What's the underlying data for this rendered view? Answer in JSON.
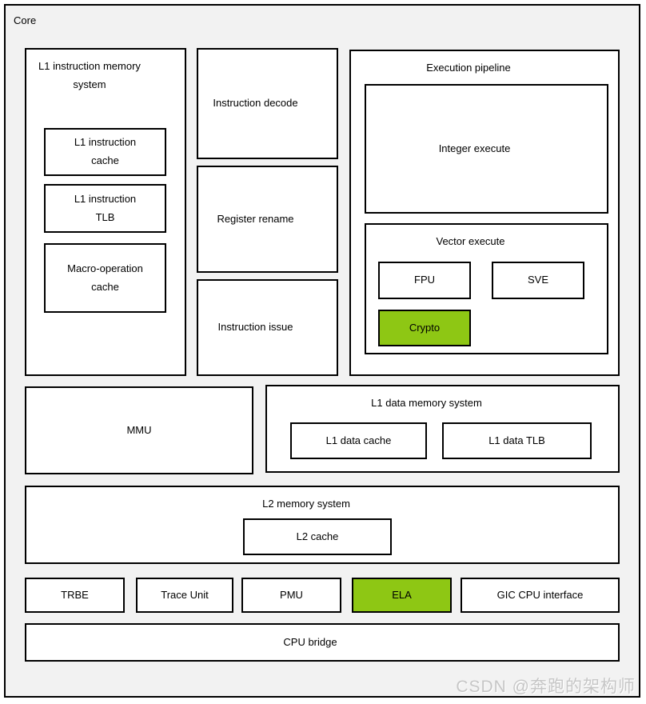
{
  "colors": {
    "canvas_background": "#ffffff",
    "core_background": "#f2f2f2",
    "box_background": "#ffffff",
    "border": "#000000",
    "highlight_green": "#8ec714",
    "watermark_gray": "#c6c6c6"
  },
  "core": {
    "label": "Core",
    "l1_instruction_memory_system": {
      "title": "L1 instruction memory system",
      "l1_instruction_cache": "L1 instruction cache",
      "l1_instruction_tlb": "L1 instruction TLB",
      "macro_operation_cache": "Macro-operation cache"
    },
    "instruction_decode": "Instruction decode",
    "register_rename": "Register rename",
    "instruction_issue": "Instruction issue",
    "execution_pipeline": {
      "title": "Execution pipeline",
      "integer_execute": "Integer execute",
      "vector_execute": {
        "title": "Vector execute",
        "fpu": "FPU",
        "sve": "SVE",
        "crypto": "Crypto"
      }
    },
    "mmu": "MMU",
    "l1_data_memory_system": {
      "title": "L1 data memory system",
      "l1_data_cache": "L1 data cache",
      "l1_data_tlb": "L1 data TLB"
    },
    "l2_memory_system": {
      "title": "L2 memory system",
      "l2_cache": "L2 cache"
    },
    "trbe": "TRBE",
    "trace_unit": "Trace Unit",
    "pmu": "PMU",
    "ela": "ELA",
    "gic_cpu_interface": "GIC CPU interface",
    "cpu_bridge": "CPU bridge"
  },
  "watermark": "CSDN @奔跑的架构师"
}
